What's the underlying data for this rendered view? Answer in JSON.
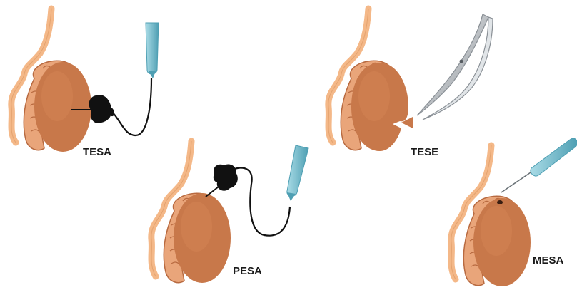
{
  "labels": {
    "tesa": "TESA",
    "pesa": "PESA",
    "tese": "TESE",
    "mesa": "MESA"
  },
  "colors": {
    "testis": "#c8784a",
    "testis_highlight": "#d98a5a",
    "epididymis": "#e9a57a",
    "epididymis_outline": "#b86a40",
    "vas_deferens": "#f4b888",
    "vas_outline": "#d9955f",
    "needle_hub": "#7ec3d3",
    "needle_hub_dark": "#4e9fb3",
    "syringe": "#111111",
    "scissors": "#c9ced3",
    "scissors_dark": "#8a9096",
    "tissue_sample": "#c8784a"
  },
  "icons": {
    "syringe": "syringe-icon",
    "needle": "needle-icon",
    "scissors": "surgical-scissors-icon"
  }
}
